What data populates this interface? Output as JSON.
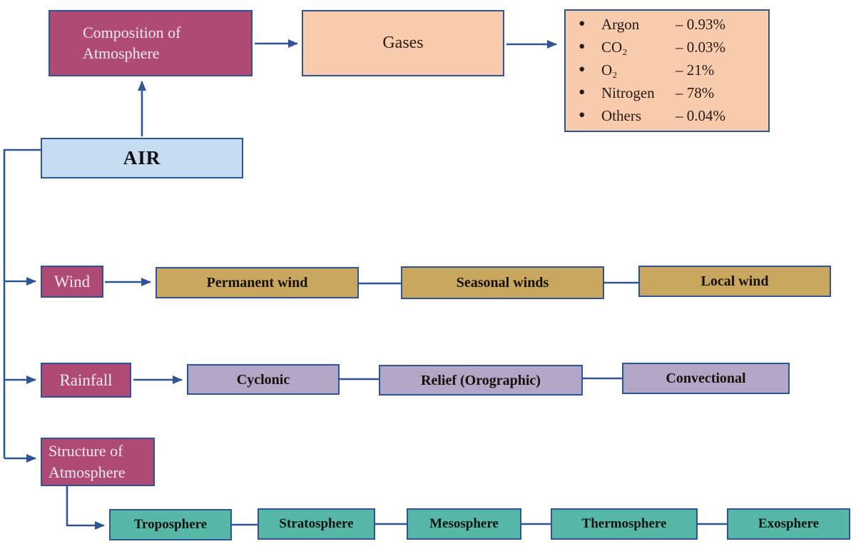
{
  "colors": {
    "line": "#2f5496",
    "magenta": "#ae4a73",
    "peach": "#f8cbad",
    "lightblue": "#c6dcf1",
    "tan": "#c9a75e",
    "purple": "#b2a6c6",
    "teal": "#57b8a8"
  },
  "nodes": {
    "composition": "Composition of Atmosphere",
    "gases": "Gases",
    "air": "AIR",
    "wind": "Wind",
    "rainfall": "Rainfall",
    "structure": "Structure of Atmosphere"
  },
  "gas_composition": [
    {
      "name": "Argon",
      "value": "– 0.93%"
    },
    {
      "name": "CO₂",
      "value": "– 0.03%"
    },
    {
      "name": "O₂",
      "value": "– 21%"
    },
    {
      "name": "Nitrogen",
      "value": "– 78%"
    },
    {
      "name": "Others",
      "value": "– 0.04%"
    }
  ],
  "wind_types": [
    "Permanent wind",
    "Seasonal winds",
    "Local wind"
  ],
  "rainfall_types": [
    "Cyclonic",
    "Relief (Orographic)",
    "Convectional"
  ],
  "atmosphere_layers": [
    "Troposphere",
    "Stratosphere",
    "Mesosphere",
    "Thermosphere",
    "Exosphere"
  ]
}
